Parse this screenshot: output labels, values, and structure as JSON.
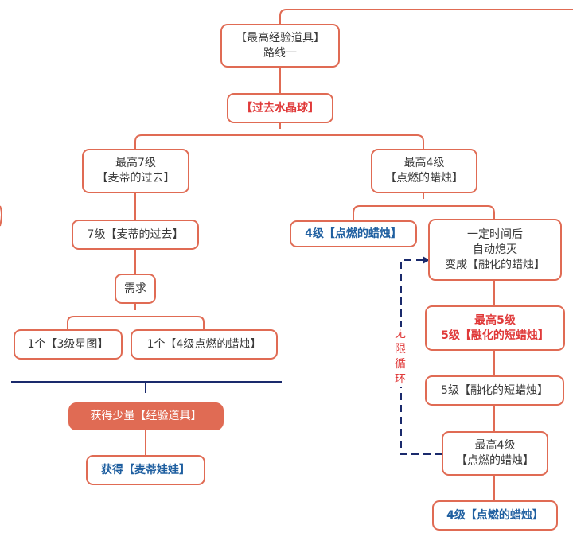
{
  "colors": {
    "node_border": "#e06b54",
    "red_text": "#e03a3a",
    "blue_text": "#1f5fa0",
    "loop_arrow": "#1a2a6c"
  },
  "root": {
    "line1": "【最高经验道具】",
    "line2": "路线一"
  },
  "crystal": "【过去水晶球】",
  "left_branch": {
    "max": {
      "line1": "最高7级",
      "line2": "【麦蒂的过去】"
    },
    "level": "7级【麦蒂的过去】",
    "need": "需求",
    "req1": "1个【3级星图】",
    "req2": "1个【4级点燃的蜡烛】",
    "get_exp": "获得少量【经验道具】",
    "get_doll": "获得【麦蒂娃娃】"
  },
  "right_branch": {
    "max": {
      "line1": "最高4级",
      "line2": "【点燃的蜡烛】"
    },
    "level4": "4级【点燃的蜡烛】",
    "timed": {
      "line1": "一定时间后",
      "line2": "自动熄灭",
      "line3": "变成【融化的蜡烛】"
    },
    "max5": {
      "line1": "最高5级",
      "line2": "5级【融化的短蜡烛】"
    },
    "level5": "5级【融化的短蜡烛】",
    "max4b": {
      "line1": "最高4级",
      "line2": "【点燃的蜡烛】"
    },
    "level4b": "4级【点燃的蜡烛】",
    "loop_label": [
      "无",
      "限",
      "循",
      "环"
    ]
  }
}
